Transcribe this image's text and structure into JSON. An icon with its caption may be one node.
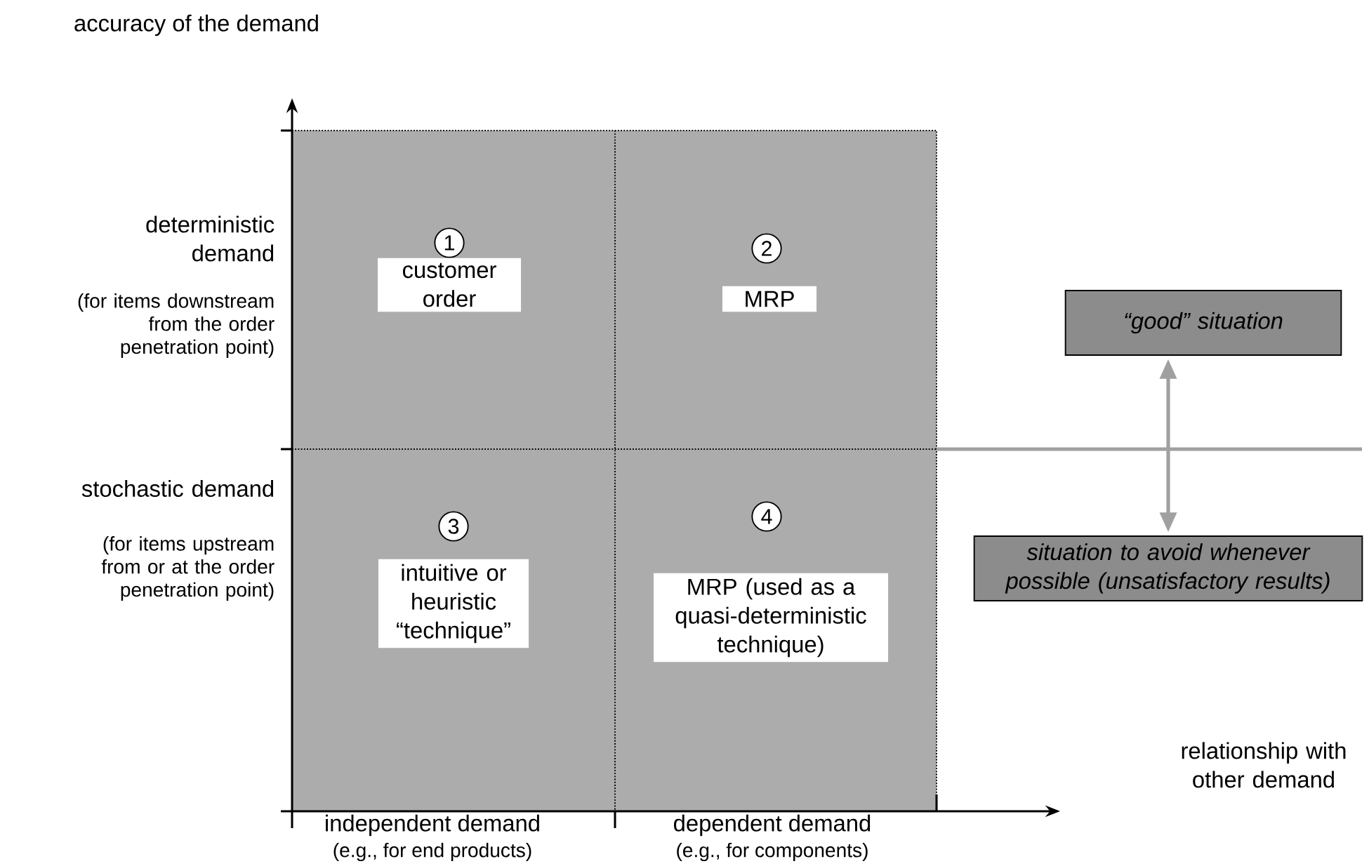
{
  "diagram": {
    "nodes": [
      {
        "text": [
          "1",
          "customer order"
        ]
      },
      {
        "text": [
          "2",
          "MRP"
        ]
      },
      {
        "text": [
          "3",
          "intuitive or heuristic “technique”"
        ]
      },
      {
        "text": [
          "4",
          "MRP (used as a quasi-deterministic technique)"
        ]
      },
      {
        "text": [
          "“good” situation"
        ]
      },
      {
        "text": [
          "situation to avoid whenever possible (unsatisfactory results)"
        ]
      }
    ],
    "edges": [
      {
        "from": 4,
        "to": 5,
        "arrow": "both",
        "color": "#a0a0a0"
      }
    ],
    "labels": [
      "accuracy of the demand",
      "deterministic demand",
      "(for items downstream from the order penetration point)",
      "stochastic demand",
      "(for items upstream from or at the order penetration point)",
      "relationship with other demand",
      "independent demand",
      "(e.g., for end products)",
      "dependent demand",
      "(e.g., for components)"
    ]
  }
}
